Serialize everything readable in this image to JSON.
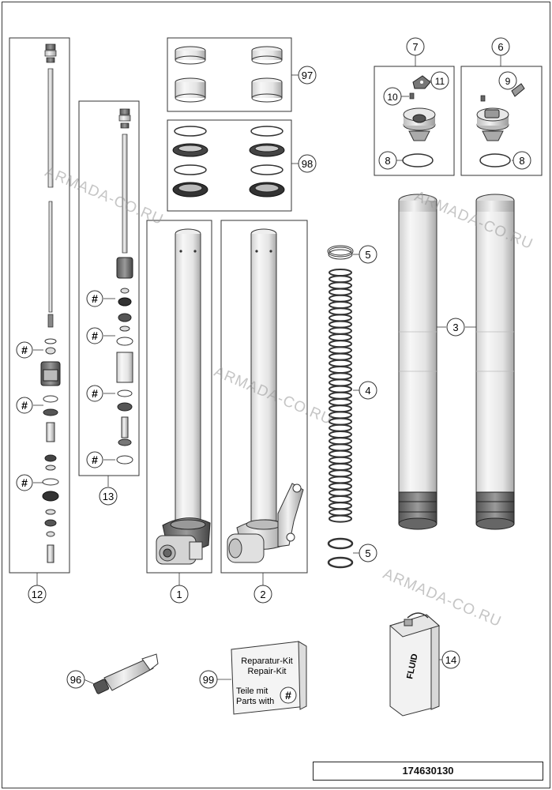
{
  "watermark": "ARMADA-CO.RU",
  "drawing_id": "174630130",
  "callouts": {
    "c1": "1",
    "c2": "2",
    "c3": "3",
    "c4": "4",
    "c5a": "5",
    "c5b": "5",
    "c6": "6",
    "c7": "7",
    "c8a": "8",
    "c8b": "8",
    "c9": "9",
    "c10": "10",
    "c11": "11",
    "c12": "12",
    "c13": "13",
    "c14": "14",
    "c96": "96",
    "c97": "97",
    "c98": "98",
    "c99": "99",
    "hash": "#"
  },
  "repair_kit": {
    "line1": "Reparatur-Kit",
    "line2": "Repair-Kit",
    "line3": "Teile mit",
    "line4": "Parts with"
  },
  "fluid_label": "FLUID"
}
